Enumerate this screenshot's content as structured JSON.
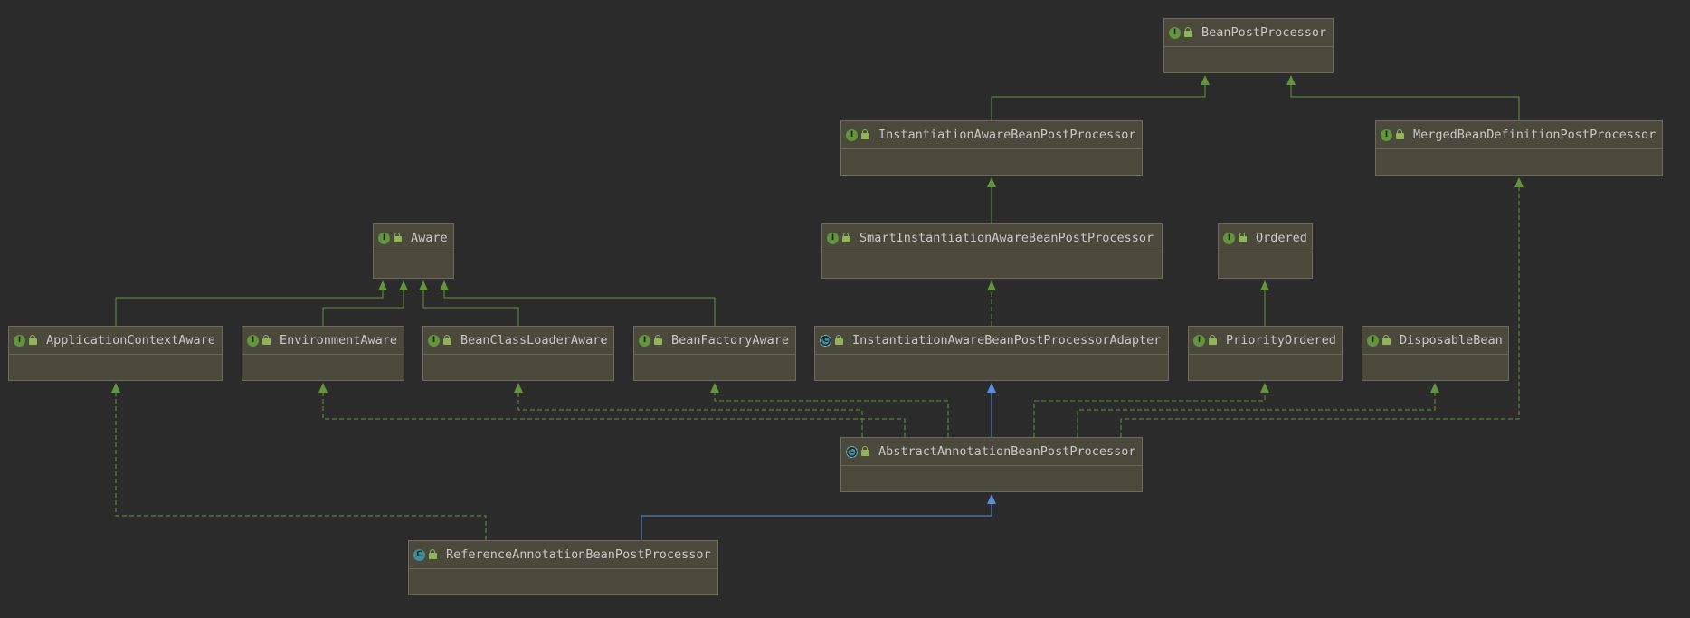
{
  "nodes": [
    {
      "id": "bpp",
      "name": "BeanPostProcessor",
      "kind": "interface"
    },
    {
      "id": "iabpp",
      "name": "InstantiationAwareBeanPostProcessor",
      "kind": "interface"
    },
    {
      "id": "mbdpp",
      "name": "MergedBeanDefinitionPostProcessor",
      "kind": "interface"
    },
    {
      "id": "aware",
      "name": "Aware",
      "kind": "interface"
    },
    {
      "id": "siabpp",
      "name": "SmartInstantiationAwareBeanPostProcessor",
      "kind": "interface"
    },
    {
      "id": "ordered",
      "name": "Ordered",
      "kind": "interface"
    },
    {
      "id": "aca",
      "name": "ApplicationContextAware",
      "kind": "interface"
    },
    {
      "id": "ea",
      "name": "EnvironmentAware",
      "kind": "interface"
    },
    {
      "id": "bcla",
      "name": "BeanClassLoaderAware",
      "kind": "interface"
    },
    {
      "id": "bfa",
      "name": "BeanFactoryAware",
      "kind": "interface"
    },
    {
      "id": "iabppa",
      "name": "InstantiationAwareBeanPostProcessorAdapter",
      "kind": "abstract"
    },
    {
      "id": "po",
      "name": "PriorityOrdered",
      "kind": "interface"
    },
    {
      "id": "db",
      "name": "DisposableBean",
      "kind": "interface"
    },
    {
      "id": "aabpp",
      "name": "AbstractAnnotationBeanPostProcessor",
      "kind": "abstract"
    },
    {
      "id": "rabpp",
      "name": "ReferenceAnnotationBeanPostProcessor",
      "kind": "class"
    }
  ],
  "edges": [
    {
      "from": "iabpp",
      "to": "bpp",
      "type": "extends"
    },
    {
      "from": "mbdpp",
      "to": "bpp",
      "type": "extends"
    },
    {
      "from": "siabpp",
      "to": "iabpp",
      "type": "extends"
    },
    {
      "from": "po",
      "to": "ordered",
      "type": "extends"
    },
    {
      "from": "aca",
      "to": "aware",
      "type": "extends"
    },
    {
      "from": "ea",
      "to": "aware",
      "type": "extends"
    },
    {
      "from": "bcla",
      "to": "aware",
      "type": "extends"
    },
    {
      "from": "bfa",
      "to": "aware",
      "type": "extends"
    },
    {
      "from": "iabppa",
      "to": "siabpp",
      "type": "implements"
    },
    {
      "from": "aabpp",
      "to": "iabppa",
      "type": "class-extends"
    },
    {
      "from": "aabpp",
      "to": "ea",
      "type": "implements"
    },
    {
      "from": "aabpp",
      "to": "bcla",
      "type": "implements"
    },
    {
      "from": "aabpp",
      "to": "bfa",
      "type": "implements"
    },
    {
      "from": "aabpp",
      "to": "po",
      "type": "implements"
    },
    {
      "from": "aabpp",
      "to": "db",
      "type": "implements"
    },
    {
      "from": "aabpp",
      "to": "mbdpp",
      "type": "implements"
    },
    {
      "from": "rabpp",
      "to": "aabpp",
      "type": "class-extends"
    },
    {
      "from": "rabpp",
      "to": "aca",
      "type": "implements"
    }
  ],
  "colors": {
    "background": "#2b2b2b",
    "extends_line": "#62963a",
    "implements_line": "#62963a",
    "class_extends_line": "#5a8fd8"
  }
}
